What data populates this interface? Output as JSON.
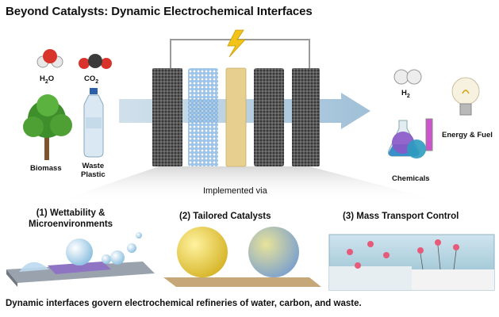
{
  "title": "Beyond Catalysts: Dynamic Electrochemical Interfaces",
  "inputs": {
    "h2o": {
      "main": "H",
      "sub": "2",
      "tail": "O"
    },
    "co2": {
      "main": "CO",
      "sub": "2"
    },
    "biomass": "Biomass",
    "waste_plastic_line1": "Waste",
    "waste_plastic_line2": "Plastic"
  },
  "outputs": {
    "h2": {
      "main": "H",
      "sub": "2"
    },
    "energy_fuel": "Energy & Fuel",
    "chemicals": "Chemicals"
  },
  "implemented_via": "Implemented via",
  "sections": [
    {
      "label_line1": "(1) Wettability &",
      "label_line2": "Microenvironments"
    },
    {
      "label": "(2) Tailored Catalysts"
    },
    {
      "label": "(3) Mass Transport Control"
    }
  ],
  "caption": "Dynamic interfaces govern electrochemical refineries of water, carbon, and waste.",
  "icons": [
    "lightning-bolt-icon",
    "water-molecule-icon",
    "co2-molecule-icon",
    "tree-icon",
    "plastic-bottle-icon",
    "h2-molecule-icon",
    "light-bulb-icon",
    "flask-icon"
  ],
  "colors": {
    "arrow": "#a9c7dc",
    "bolt": "#f2c318",
    "membrane": "#e6cf8f",
    "catalyst_blue": "#7fb3e6",
    "electrode_dark": "#3b3b3b"
  }
}
